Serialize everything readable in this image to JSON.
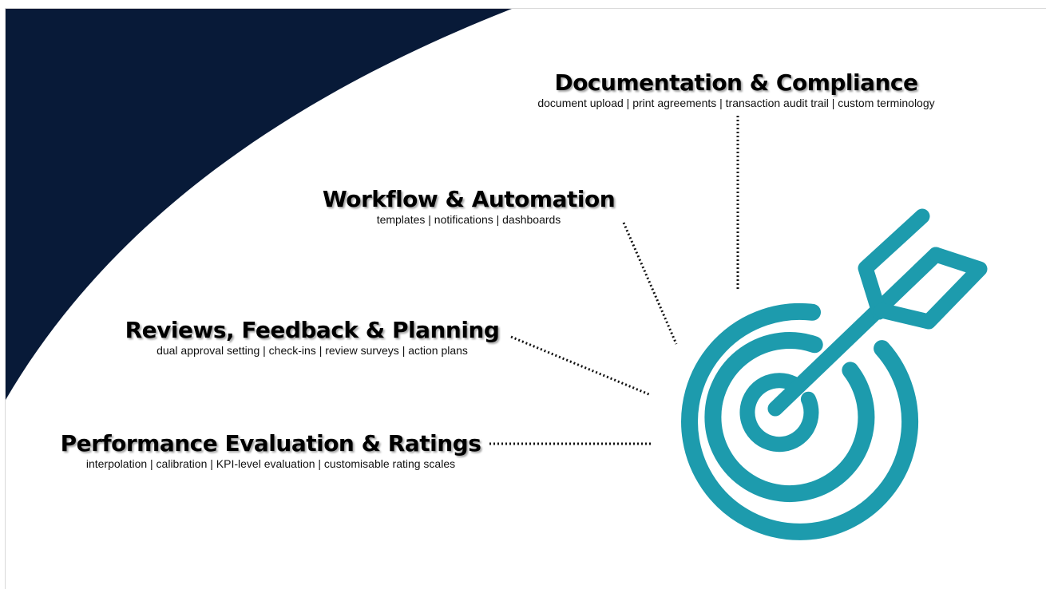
{
  "colors": {
    "navy": "#081a38",
    "teal": "#1d9bad",
    "connector": "#111111"
  },
  "icon": "target-with-arrow-icon",
  "features": {
    "documentation": {
      "title": "Documentation & Compliance",
      "items": "document upload | print agreements | transaction audit trail | custom terminology"
    },
    "workflow": {
      "title": "Workflow & Automation",
      "items": "templates | notifications | dashboards"
    },
    "reviews": {
      "title": "Reviews, Feedback & Planning",
      "items": "dual approval setting | check-ins | review surveys | action plans"
    },
    "performance": {
      "title": "Performance Evaluation & Ratings",
      "items": "interpolation | calibration | KPI-level evaluation | customisable rating scales"
    }
  }
}
